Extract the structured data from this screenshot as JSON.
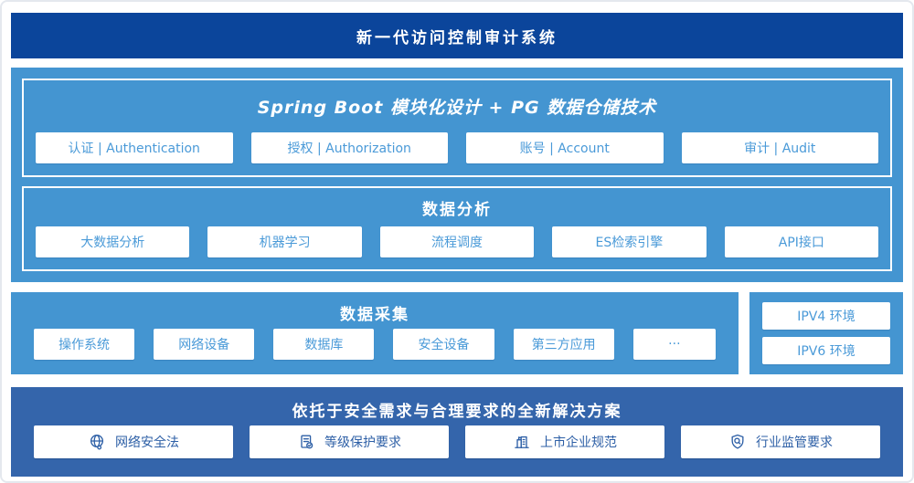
{
  "colors": {
    "banner_blue": "#0b459b",
    "section_light_blue": "#4495d1",
    "solution_blue": "#3465ab",
    "box_text_light": "#4a9ad8",
    "box_text_dark": "#2d5fa6",
    "white": "#ffffff"
  },
  "banner": {
    "title": "新一代访问控制审计系统"
  },
  "platform": {
    "spring": {
      "title": "Spring Boot 模块化设计 + PG 数据仓储技术",
      "items": [
        "认证 | Authentication",
        "授权 | Authorization",
        "账号 | Account",
        "审计 | Audit"
      ]
    },
    "analysis": {
      "title": "数据分析",
      "items": [
        "大数据分析",
        "机器学习",
        "流程调度",
        "ES检索引擎",
        "API接口"
      ]
    }
  },
  "collection": {
    "title": "数据采集",
    "items": [
      "操作系统",
      "网络设备",
      "数据库",
      "安全设备",
      "第三方应用",
      "···"
    ]
  },
  "environments": {
    "items": [
      "IPV4 环境",
      "IPV6 环境"
    ]
  },
  "solution": {
    "title": "依托于安全需求与合理要求的全新解决方案",
    "items": [
      {
        "icon": "globe-icon",
        "label": "网络安全法"
      },
      {
        "icon": "document-check-icon",
        "label": "等级保护要求"
      },
      {
        "icon": "building-icon",
        "label": "上市企业规范"
      },
      {
        "icon": "shield-search-icon",
        "label": "行业监管要求"
      }
    ]
  }
}
